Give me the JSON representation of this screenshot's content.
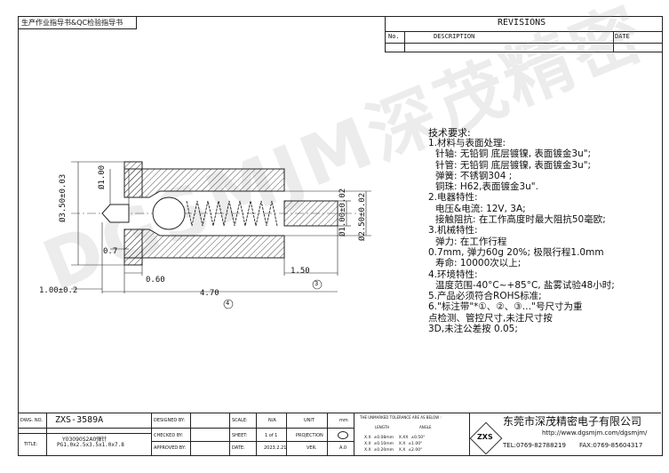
{
  "header": {
    "doc_type": "生产作业指导书&QC检验指导书"
  },
  "revisions": {
    "title": "REVISIONS",
    "col_no": "No.",
    "col_description": "DESCRIPTION",
    "col_date": "DATE"
  },
  "watermark": {
    "text": "DGSMJM深茂精密"
  },
  "dimensions": {
    "d_overall_dia": "Ø3.50±0.03",
    "d_tip_dia": "Ø1.00",
    "d_plunger_dia": "Ø1.00±0.02",
    "d_tube_dia": "Ø2.50±0.02",
    "d_shoulder": "0.7",
    "d_flange_len": "1.00±0.2",
    "d_gap": "0.60",
    "d_tail_len": "1.50",
    "d_tail_mark": "3",
    "d_total_len": "4.70",
    "d_total_mark": "4"
  },
  "tech": {
    "title": "技术要求:",
    "lines": [
      "1.材料与表面处理:",
      "针轴: 无铅铜 底层镀镍, 表面镀金3u\";",
      "针管: 无铅铜 底层镀镍, 表面镀金3u\";",
      "弹簧: 不锈钢304 ;",
      "铜珠: H62,表面镀金3u\".",
      "2.电器特性:",
      "电压&电流: 12V, 3A;",
      "接触阻抗: 在工作高度时最大阻抗50毫欧;",
      "3.机械特性:",
      "弹力: 在工作行程",
      "0.7mm, 弹力60g 20%; 极限行程1.0mm",
      "寿命: 10000次以上;",
      "4.环境特性:",
      "温度范围-40°C~+85°C, 盐雾试验48小时;",
      "5.产品必须符合ROHS标准;",
      "6.\"标注带\"*①、②、③…\"号尺寸为重",
      "点检测、管控尺寸,未注尺寸按",
      "3D,未注公差按 0.05;"
    ]
  },
  "title_block": {
    "dwg_no_label": "DWG. NO.",
    "dwg_no": "ZXS-3589A",
    "part_name": "Y03090S2A0弹针",
    "title_label": "TITLE:",
    "title": "PG1.0x2.5x3.5x1.0x7.8",
    "designed_by_label": "DESIGNED BY:",
    "checked_by_label": "CHECKED BY:",
    "approved_by_label": "APPROVED BY:",
    "scale_label": "SCALE:",
    "scale": "N/A",
    "unit_label": "UNIT",
    "unit": "mm",
    "sheet_label": "SHEET:",
    "sheet": "1 of 1",
    "projection_label": "PROJECTION",
    "date_label": "DATE:",
    "date": "2023.2.21",
    "ver_label": "VER.",
    "ver": "A.0",
    "tol_heading": "THE UNMARKED TOLERANCE ARE AS BELOW :",
    "tol_length": "LENGTH",
    "tol_angle": "ANGLE",
    "tol_rows": [
      [
        "X.X",
        "±0.08mm",
        "X.XX",
        "±0.50°"
      ],
      [
        "X.X",
        "±0.10mm",
        "X.X",
        "±1.00°"
      ],
      [
        "X.X",
        "±0.20mm",
        "X.X",
        "±2.00°"
      ]
    ],
    "company_logo": "ZXS",
    "company_name": "东莞市深茂精密电子有限公司",
    "website": "http://www.dgsmjm.com/dgsmjm/",
    "tel": "TEL:0769-82788219",
    "fax": "FAX:0769-85604317"
  }
}
